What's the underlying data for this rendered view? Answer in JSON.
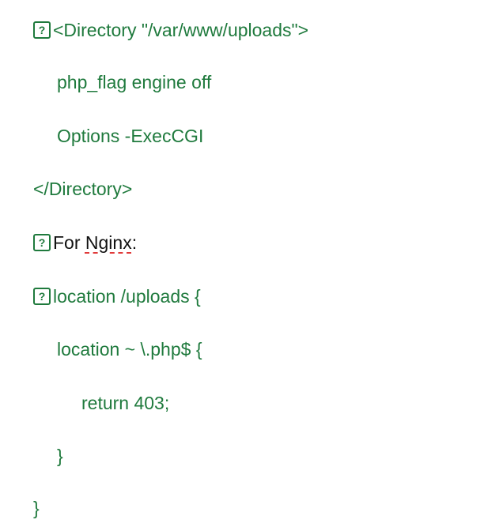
{
  "lines": [
    {
      "text": "<Directory \"/var/www/uploads\">",
      "icon": "?"
    },
    {
      "text": "php_flag engine off"
    },
    {
      "text": "Options -ExecCGI"
    },
    {
      "text": "</Directory>"
    },
    {
      "text_before": "For ",
      "misspelled": "Nginx",
      "text_after": ":",
      "icon": "?"
    },
    {
      "text": "location /uploads {",
      "icon": "?"
    },
    {
      "text": "location ~ \\.php$ {"
    },
    {
      "text": "return 403;"
    },
    {
      "text": "}"
    },
    {
      "text": "}"
    }
  ],
  "colors": {
    "code": "#1f7a3d",
    "spellcheck": "#e03a3a"
  }
}
